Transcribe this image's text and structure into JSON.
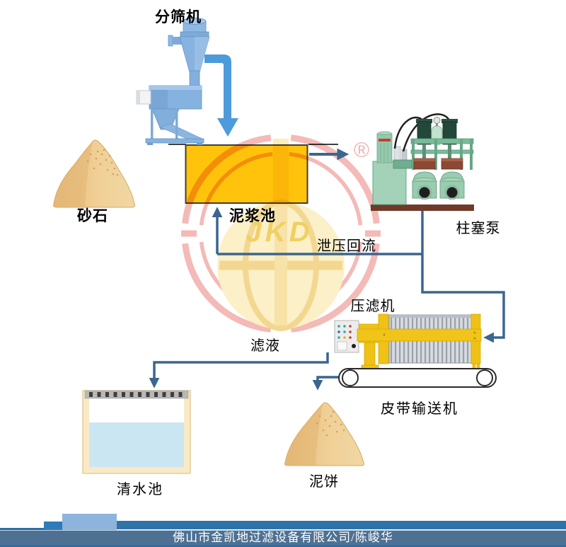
{
  "labels": {
    "screening_machine": "分筛机",
    "sand": "砂石",
    "slurry_pool": "泥浆池",
    "plunger_pump": "柱塞泵",
    "pressure_relief_return": "泄压回流",
    "filter_press": "压滤机",
    "filtrate": "滤液",
    "belt_conveyor": "皮带输送机",
    "clean_water_pool": "清水池",
    "mud_cake": "泥饼"
  },
  "watermark": {
    "logo_text": "JKD",
    "registered_mark": "®"
  },
  "footer": {
    "company": "佛山市金凯地过滤设备有限公司/陈峻华"
  },
  "colors": {
    "slurry_yellow": "#FFC30B",
    "flow_line_blue": "#3A668F",
    "equipment_blue": "#86B2DF",
    "pump_green": "#9ACCAF",
    "filter_press_yellow": "#F0C419",
    "water_blue": "#CBE6F3",
    "sand_tan": "#F0D096",
    "watermark_pink": "#F2B4B1",
    "logo_yellow": "#F0CB55",
    "footer_band": "#4E7193",
    "footer_accent": "#2E74A9"
  }
}
